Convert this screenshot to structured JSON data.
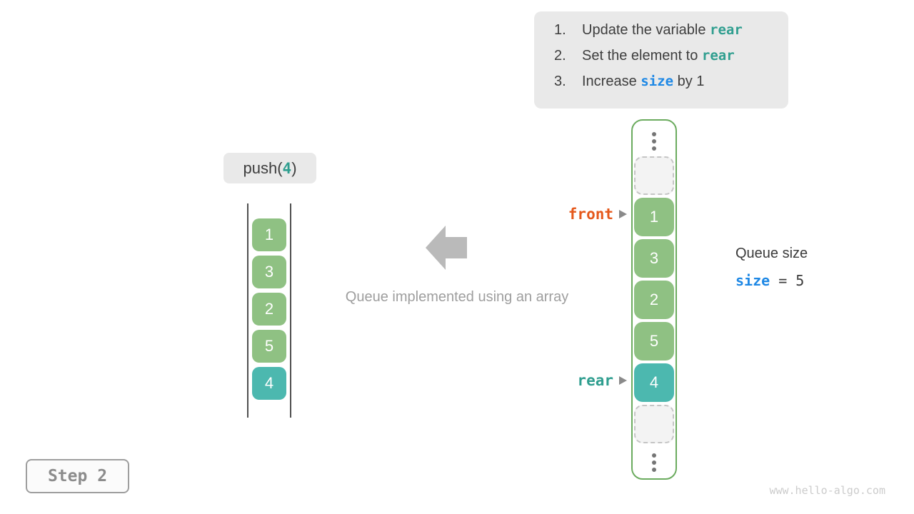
{
  "colors": {
    "cell_green": "#8fc183",
    "cell_teal": "#4cb8af",
    "container_border_green": "#6bab5e",
    "front_orange": "#e5581b",
    "code_teal": "#2f9e8f",
    "code_blue": "#1e88e5"
  },
  "instructions": {
    "items": [
      {
        "num": "1.",
        "before": "Update the variable ",
        "code": "rear",
        "after": ""
      },
      {
        "num": "2.",
        "before": "Set the element to ",
        "code": "rear",
        "after": ""
      },
      {
        "num": "3.",
        "before": "Increase ",
        "code": "size",
        "after": " by 1"
      }
    ]
  },
  "operation": {
    "prefix": "push(",
    "value": "4",
    "suffix": ")"
  },
  "left_queue": {
    "cells": [
      "1",
      "3",
      "2",
      "5",
      "4"
    ]
  },
  "caption": "Queue implemented using an array",
  "right_array": {
    "cells": [
      "1",
      "3",
      "2",
      "5",
      "4"
    ]
  },
  "pointers": {
    "front": "front",
    "rear": "rear"
  },
  "size_panel": {
    "title": "Queue size",
    "variable": "size",
    "rest": " = 5"
  },
  "step_badge": {
    "label": "Step 2"
  },
  "watermark": "www.hello-algo.com"
}
